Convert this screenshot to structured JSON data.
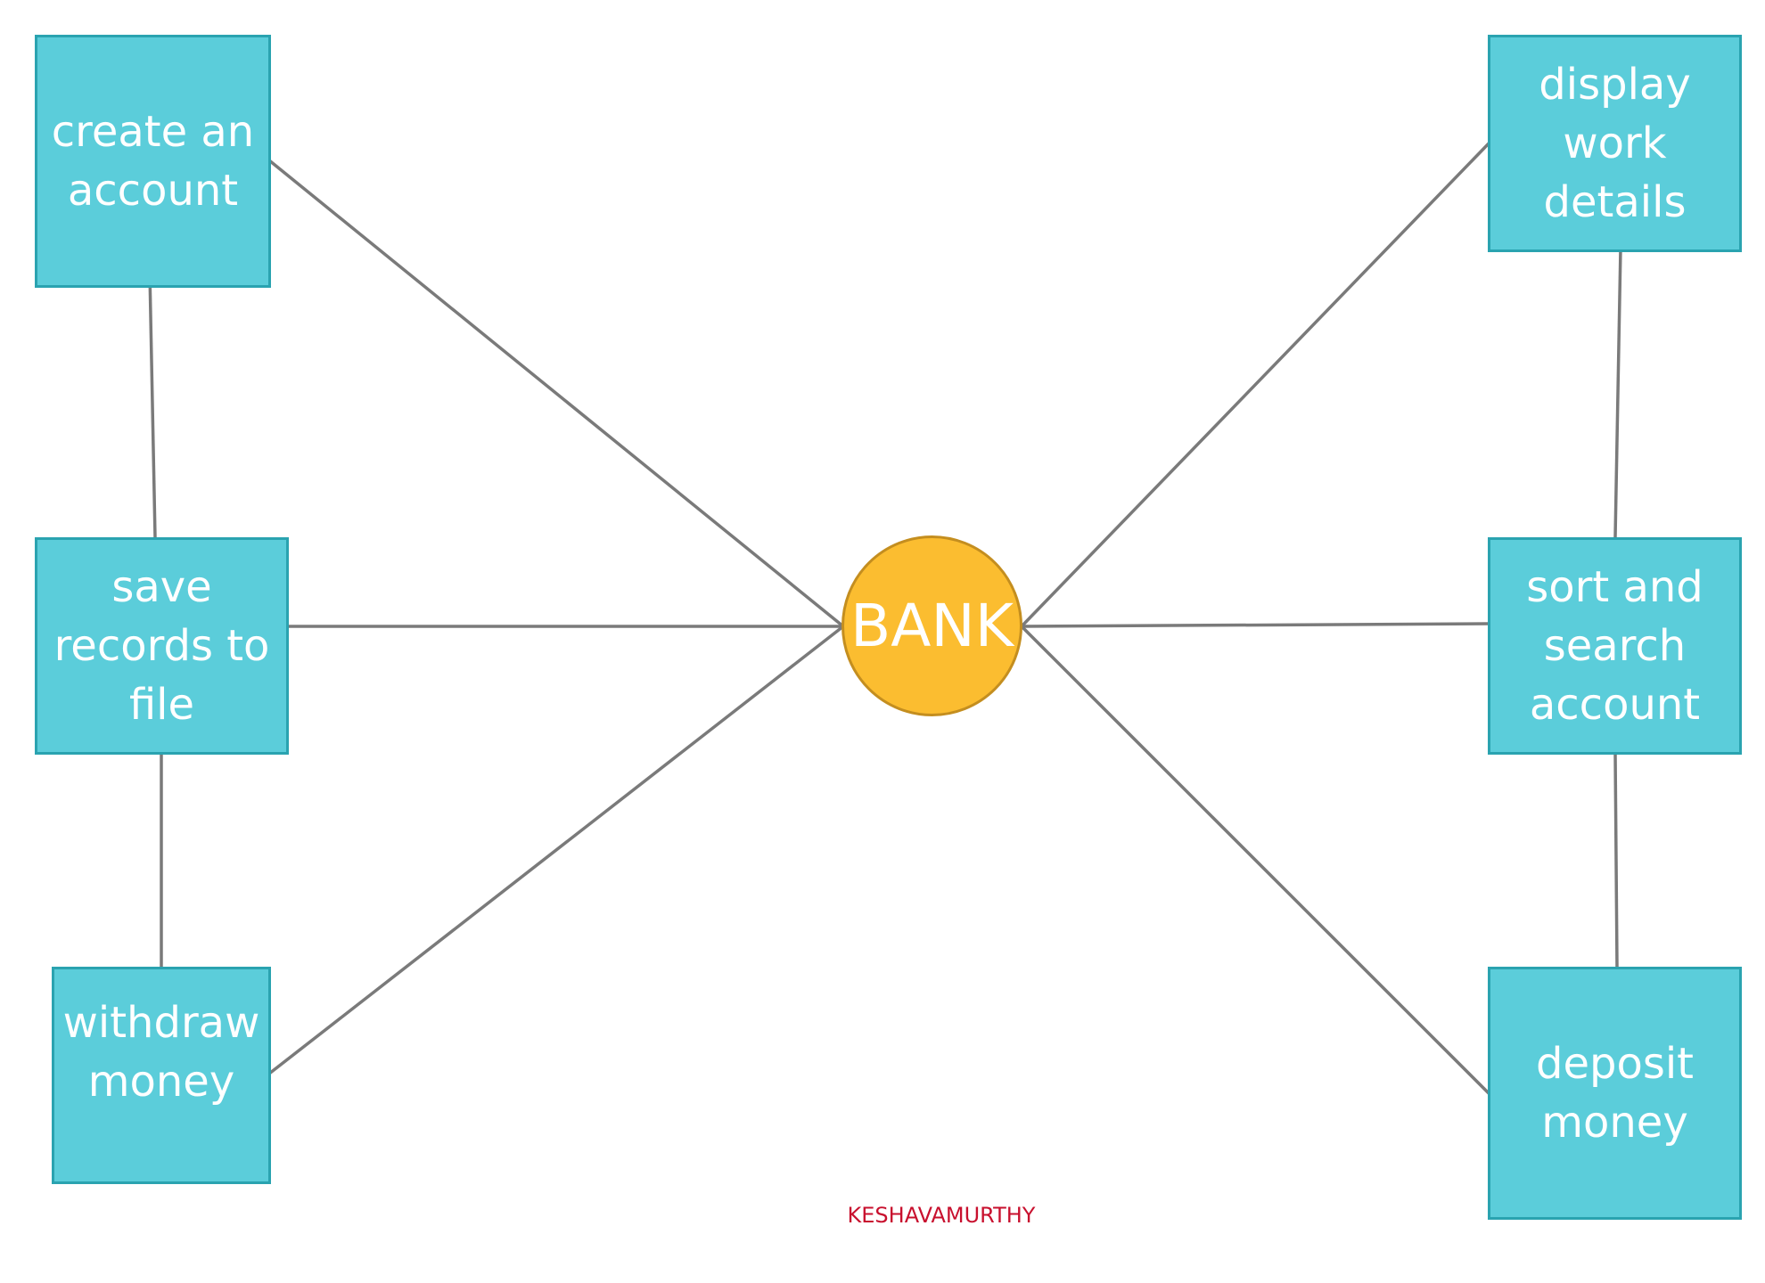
{
  "diagram": {
    "center": "BANK",
    "boxes": {
      "create_account": "create an\naccount",
      "save_records": "save\nrecords to\nfile",
      "withdraw_money": "withdraw\nmoney",
      "display_work_details": "display\nwork\ndetails",
      "sort_search_account": "sort and\nsearch\naccount",
      "deposit_money": "deposit\nmoney"
    },
    "credit": "KESHAVAMURTHY",
    "colors": {
      "box_fill": "#5bcdda",
      "box_border": "#2aa3b0",
      "hub_fill": "#fbbd30",
      "hub_border": "#c48e1f",
      "connector": "#7a7a7a",
      "credit": "#c8102e"
    }
  }
}
